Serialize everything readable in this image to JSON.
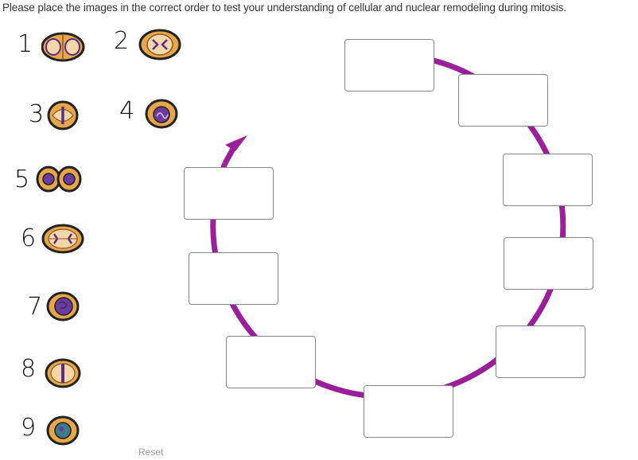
{
  "instruction": "Please place the images in the correct order to test your understanding of cellular and nuclear remodeling during mitosis.",
  "images": [
    {
      "number": "1",
      "icon": "telophase-cell-icon"
    },
    {
      "number": "2",
      "icon": "prometaphase-cell-icon"
    },
    {
      "number": "3",
      "icon": "metaphase-cell-icon"
    },
    {
      "number": "4",
      "icon": "prophase-cell-icon"
    },
    {
      "number": "5",
      "icon": "cytokinesis-cell-icon"
    },
    {
      "number": "6",
      "icon": "anaphase-cell-icon"
    },
    {
      "number": "7",
      "icon": "early-prophase-cell-icon"
    },
    {
      "number": "8",
      "icon": "metaphase-plate-cell-icon"
    },
    {
      "number": "9",
      "icon": "interphase-cell-icon"
    }
  ],
  "drop_slots": [
    "",
    "",
    "",
    "",
    "",
    "",
    "",
    "",
    ""
  ],
  "reset_label": "Reset",
  "colors": {
    "cycle_arrow": "#9b1f9b",
    "slot_border": "#888888",
    "cell_fill": "#e7a64a",
    "cell_outline": "#222222",
    "chromatin": "#5a2d8a"
  }
}
